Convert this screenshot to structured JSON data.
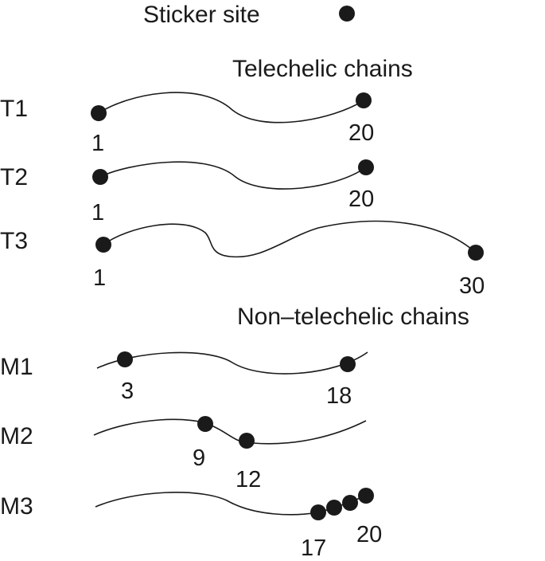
{
  "legend": {
    "label": "Sticker site"
  },
  "sections": {
    "telechelic": "Telechelic chains",
    "non_telechelic": "Non–telechelic chains"
  },
  "chains": [
    {
      "id": "T1",
      "stickers": [
        "1",
        "20"
      ]
    },
    {
      "id": "T2",
      "stickers": [
        "1",
        "20"
      ]
    },
    {
      "id": "T3",
      "stickers": [
        "1",
        "30"
      ]
    },
    {
      "id": "M1",
      "stickers": [
        "3",
        "18"
      ]
    },
    {
      "id": "M2",
      "stickers": [
        "9",
        "12"
      ]
    },
    {
      "id": "M3",
      "stickers": [
        "17",
        "20"
      ]
    }
  ],
  "colors": {
    "ink": "#1a1a1a",
    "background": "#ffffff"
  }
}
